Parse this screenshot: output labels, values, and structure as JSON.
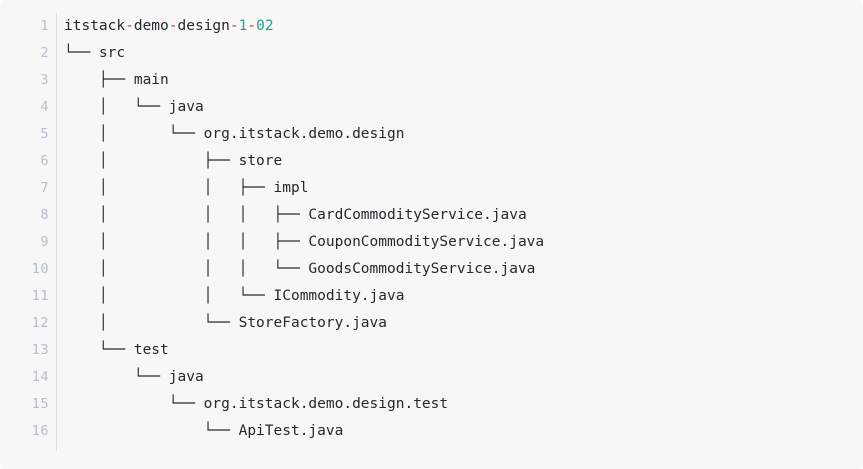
{
  "code_block": {
    "language": "text",
    "background_color": "#f7f7f7",
    "text_color": "#24292e",
    "line_number_color": "#b6bfc9",
    "gutter_divider_color": "#dedede",
    "punctuation_color": "#c0392b",
    "number_color": "#2a9d8f",
    "line_numbers": [
      "1",
      "2",
      "3",
      "4",
      "5",
      "6",
      "7",
      "8",
      "9",
      "10",
      "11",
      "12",
      "13",
      "14",
      "15",
      "16"
    ],
    "lines": [
      {
        "number": "1",
        "text": "itstack-demo-design-1-02",
        "depth": 0,
        "name": "itstack-demo-design-1-02",
        "kind": "project-root",
        "highlighted": true,
        "segments": [
          {
            "text": "itstack",
            "type": "plain"
          },
          {
            "text": "-",
            "type": "punct"
          },
          {
            "text": "demo",
            "type": "plain"
          },
          {
            "text": "-",
            "type": "punct"
          },
          {
            "text": "design",
            "type": "plain"
          },
          {
            "text": "-",
            "type": "punct"
          },
          {
            "text": "1",
            "type": "num"
          },
          {
            "text": "-",
            "type": "punct"
          },
          {
            "text": "02",
            "type": "num"
          }
        ]
      },
      {
        "number": "2",
        "text": "└── src",
        "depth": 1,
        "name": "src",
        "kind": "folder",
        "highlighted": false
      },
      {
        "number": "3",
        "text": "    ├── main",
        "depth": 2,
        "name": "main",
        "kind": "folder",
        "highlighted": false
      },
      {
        "number": "4",
        "text": "    │   └── java",
        "depth": 3,
        "name": "java",
        "kind": "folder",
        "highlighted": false
      },
      {
        "number": "5",
        "text": "    │       └── org.itstack.demo.design",
        "depth": 4,
        "name": "org.itstack.demo.design",
        "kind": "package",
        "highlighted": false
      },
      {
        "number": "6",
        "text": "    │           ├── store",
        "depth": 5,
        "name": "store",
        "kind": "folder",
        "highlighted": false
      },
      {
        "number": "7",
        "text": "    │           │   ├── impl",
        "depth": 6,
        "name": "impl",
        "kind": "folder",
        "highlighted": false
      },
      {
        "number": "8",
        "text": "    │           │   │   ├── CardCommodityService.java",
        "depth": 7,
        "name": "CardCommodityService.java",
        "kind": "file",
        "highlighted": false
      },
      {
        "number": "9",
        "text": "    │           │   │   ├── CouponCommodityService.java",
        "depth": 7,
        "name": "CouponCommodityService.java",
        "kind": "file",
        "highlighted": false
      },
      {
        "number": "10",
        "text": "    │           │   │   └── GoodsCommodityService.java",
        "depth": 7,
        "name": "GoodsCommodityService.java",
        "kind": "file",
        "highlighted": false
      },
      {
        "number": "11",
        "text": "    │           │   └── ICommodity.java",
        "depth": 6,
        "name": "ICommodity.java",
        "kind": "file",
        "highlighted": false
      },
      {
        "number": "12",
        "text": "    │           └── StoreFactory.java",
        "depth": 5,
        "name": "StoreFactory.java",
        "kind": "file",
        "highlighted": false
      },
      {
        "number": "13",
        "text": "    └── test",
        "depth": 2,
        "name": "test",
        "kind": "folder",
        "highlighted": false
      },
      {
        "number": "14",
        "text": "        └── java",
        "depth": 3,
        "name": "java",
        "kind": "folder",
        "highlighted": false
      },
      {
        "number": "15",
        "text": "            └── org.itstack.demo.design.test",
        "depth": 4,
        "name": "org.itstack.demo.design.test",
        "kind": "package",
        "highlighted": false
      },
      {
        "number": "16",
        "text": "                └── ApiTest.java",
        "depth": 5,
        "name": "ApiTest.java",
        "kind": "file",
        "highlighted": false
      }
    ]
  }
}
